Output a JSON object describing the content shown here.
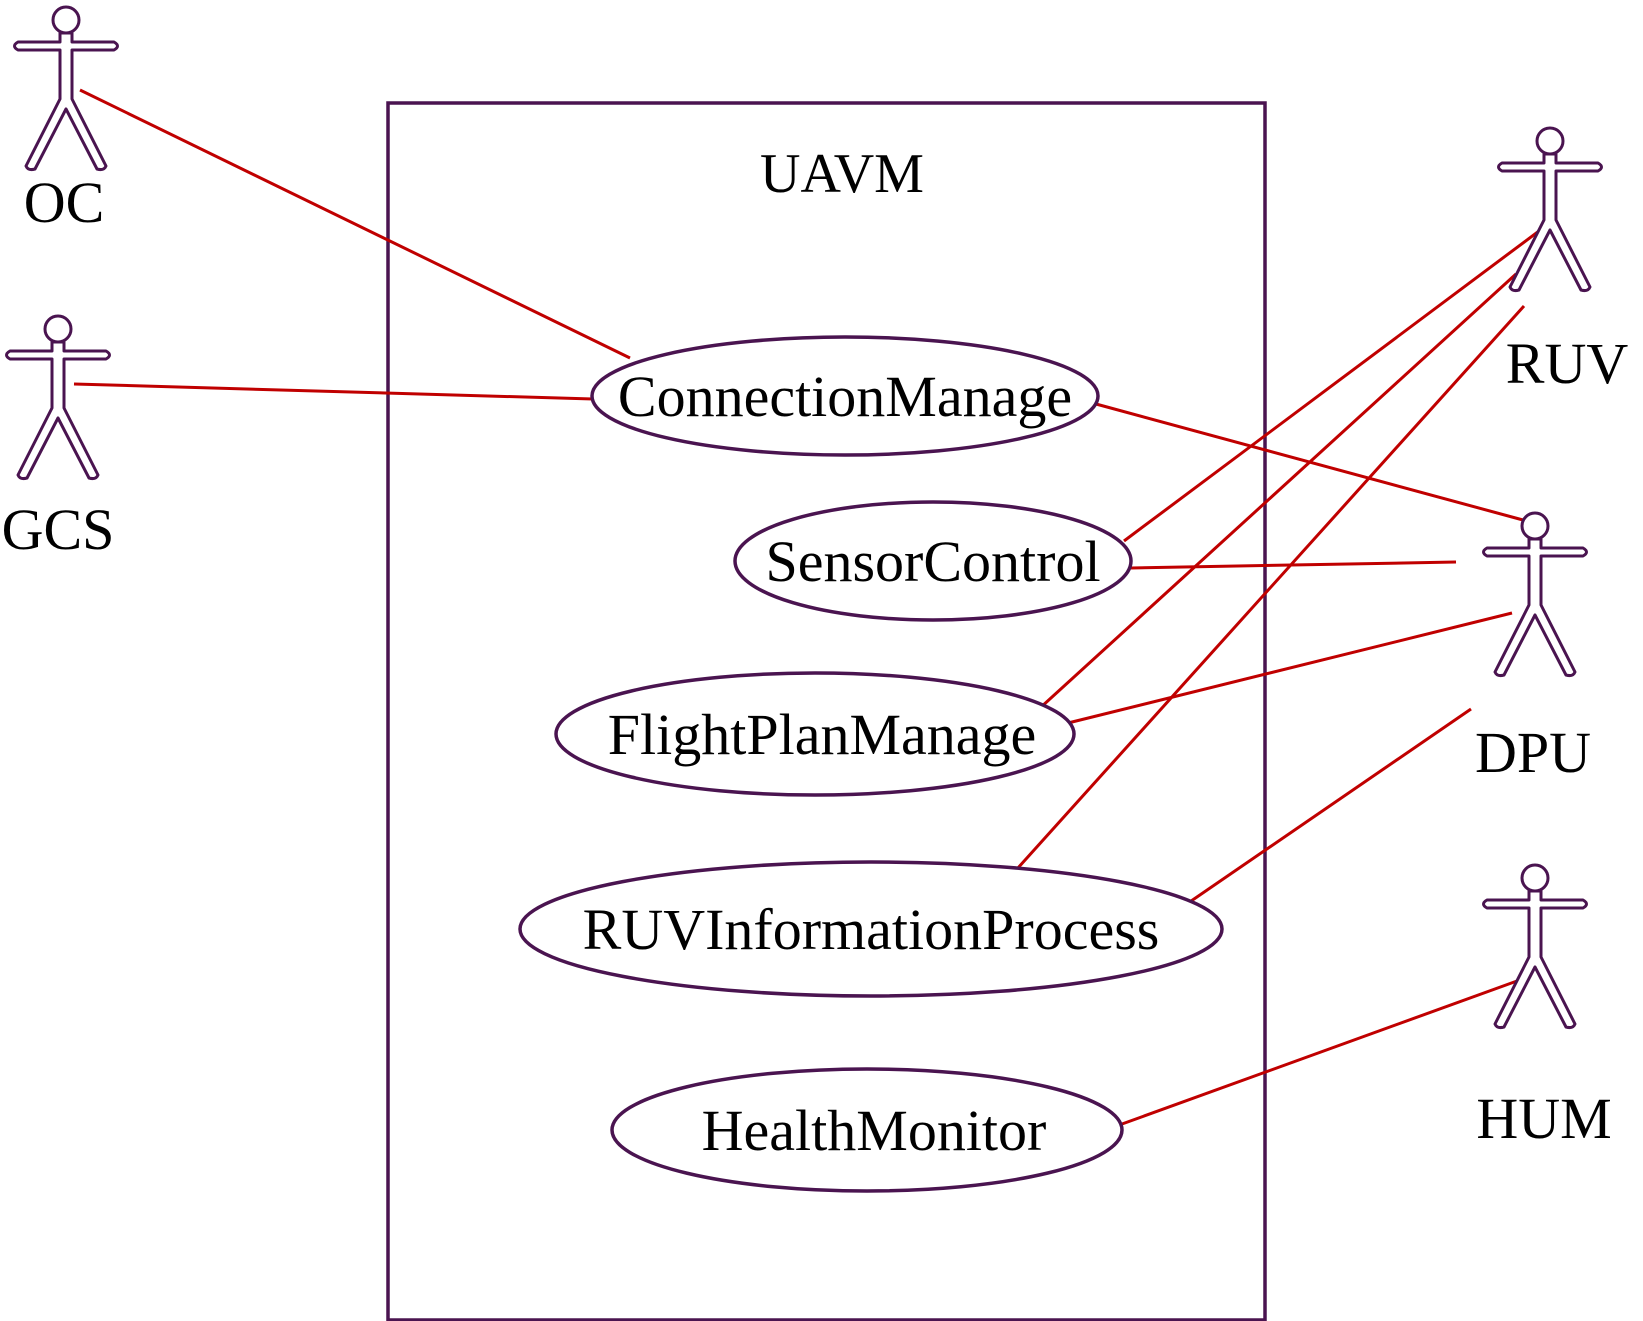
{
  "system": {
    "name": "UAVM"
  },
  "actors": [
    {
      "id": "oc",
      "name": "OC"
    },
    {
      "id": "gcs",
      "name": "GCS"
    },
    {
      "id": "ruv",
      "name": "RUV"
    },
    {
      "id": "dpu",
      "name": "DPU"
    },
    {
      "id": "hum",
      "name": "HUM"
    }
  ],
  "use_cases": [
    {
      "id": "connection",
      "name": "ConnectionManage"
    },
    {
      "id": "sensor",
      "name": "SensorControl"
    },
    {
      "id": "flightplan",
      "name": "FlightPlanManage"
    },
    {
      "id": "ruvinfo",
      "name": "RUVInformationProcess"
    },
    {
      "id": "health",
      "name": "HealthMonitor"
    }
  ],
  "associations": [
    {
      "actor": "oc",
      "use_case": "connection"
    },
    {
      "actor": "gcs",
      "use_case": "connection"
    },
    {
      "actor": "dpu",
      "use_case": "connection"
    },
    {
      "actor": "ruv",
      "use_case": "sensor"
    },
    {
      "actor": "dpu",
      "use_case": "sensor"
    },
    {
      "actor": "ruv",
      "use_case": "flightplan"
    },
    {
      "actor": "dpu",
      "use_case": "flightplan"
    },
    {
      "actor": "ruv",
      "use_case": "ruvinfo"
    },
    {
      "actor": "dpu",
      "use_case": "ruvinfo"
    },
    {
      "actor": "hum",
      "use_case": "health"
    }
  ],
  "colors": {
    "association_line": "#c00000",
    "outline": "#4a1450"
  }
}
